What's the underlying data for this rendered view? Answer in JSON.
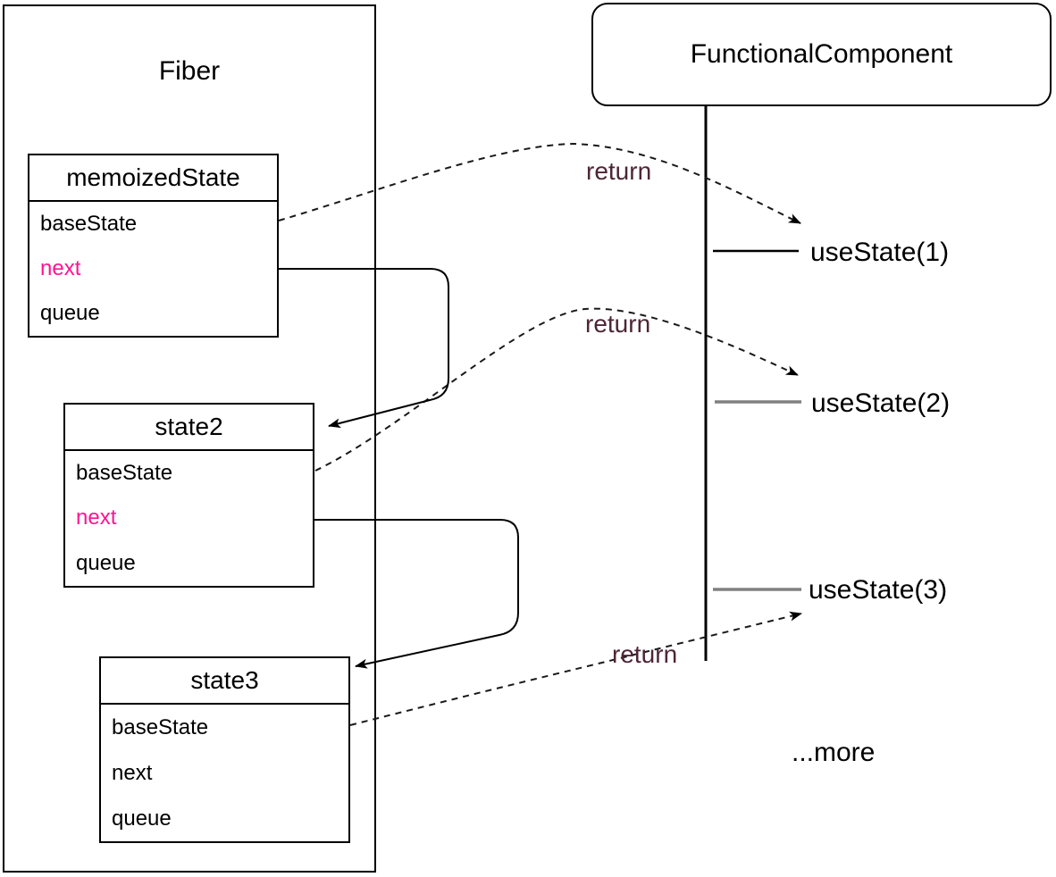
{
  "colors": {
    "highlight_pink": "#FF1493",
    "return_label": "#4D2636",
    "tick_gray": "#808080",
    "tick_black": "#000000"
  },
  "fiber": {
    "title": "Fiber",
    "nodes": [
      {
        "title": "memoizedState",
        "fields": [
          "baseState",
          "next",
          "queue"
        ],
        "next_highlighted": true
      },
      {
        "title": "state2",
        "fields": [
          "baseState",
          "next",
          "queue"
        ],
        "next_highlighted": true
      },
      {
        "title": "state3",
        "fields": [
          "baseState",
          "next",
          "queue"
        ],
        "next_highlighted": false
      }
    ]
  },
  "component": {
    "title": "FunctionalComponent",
    "calls": [
      "useState(1)",
      "useState(2)",
      "useState(3)"
    ],
    "more_label": "...more"
  },
  "return_labels": [
    "return",
    "return",
    "return"
  ]
}
